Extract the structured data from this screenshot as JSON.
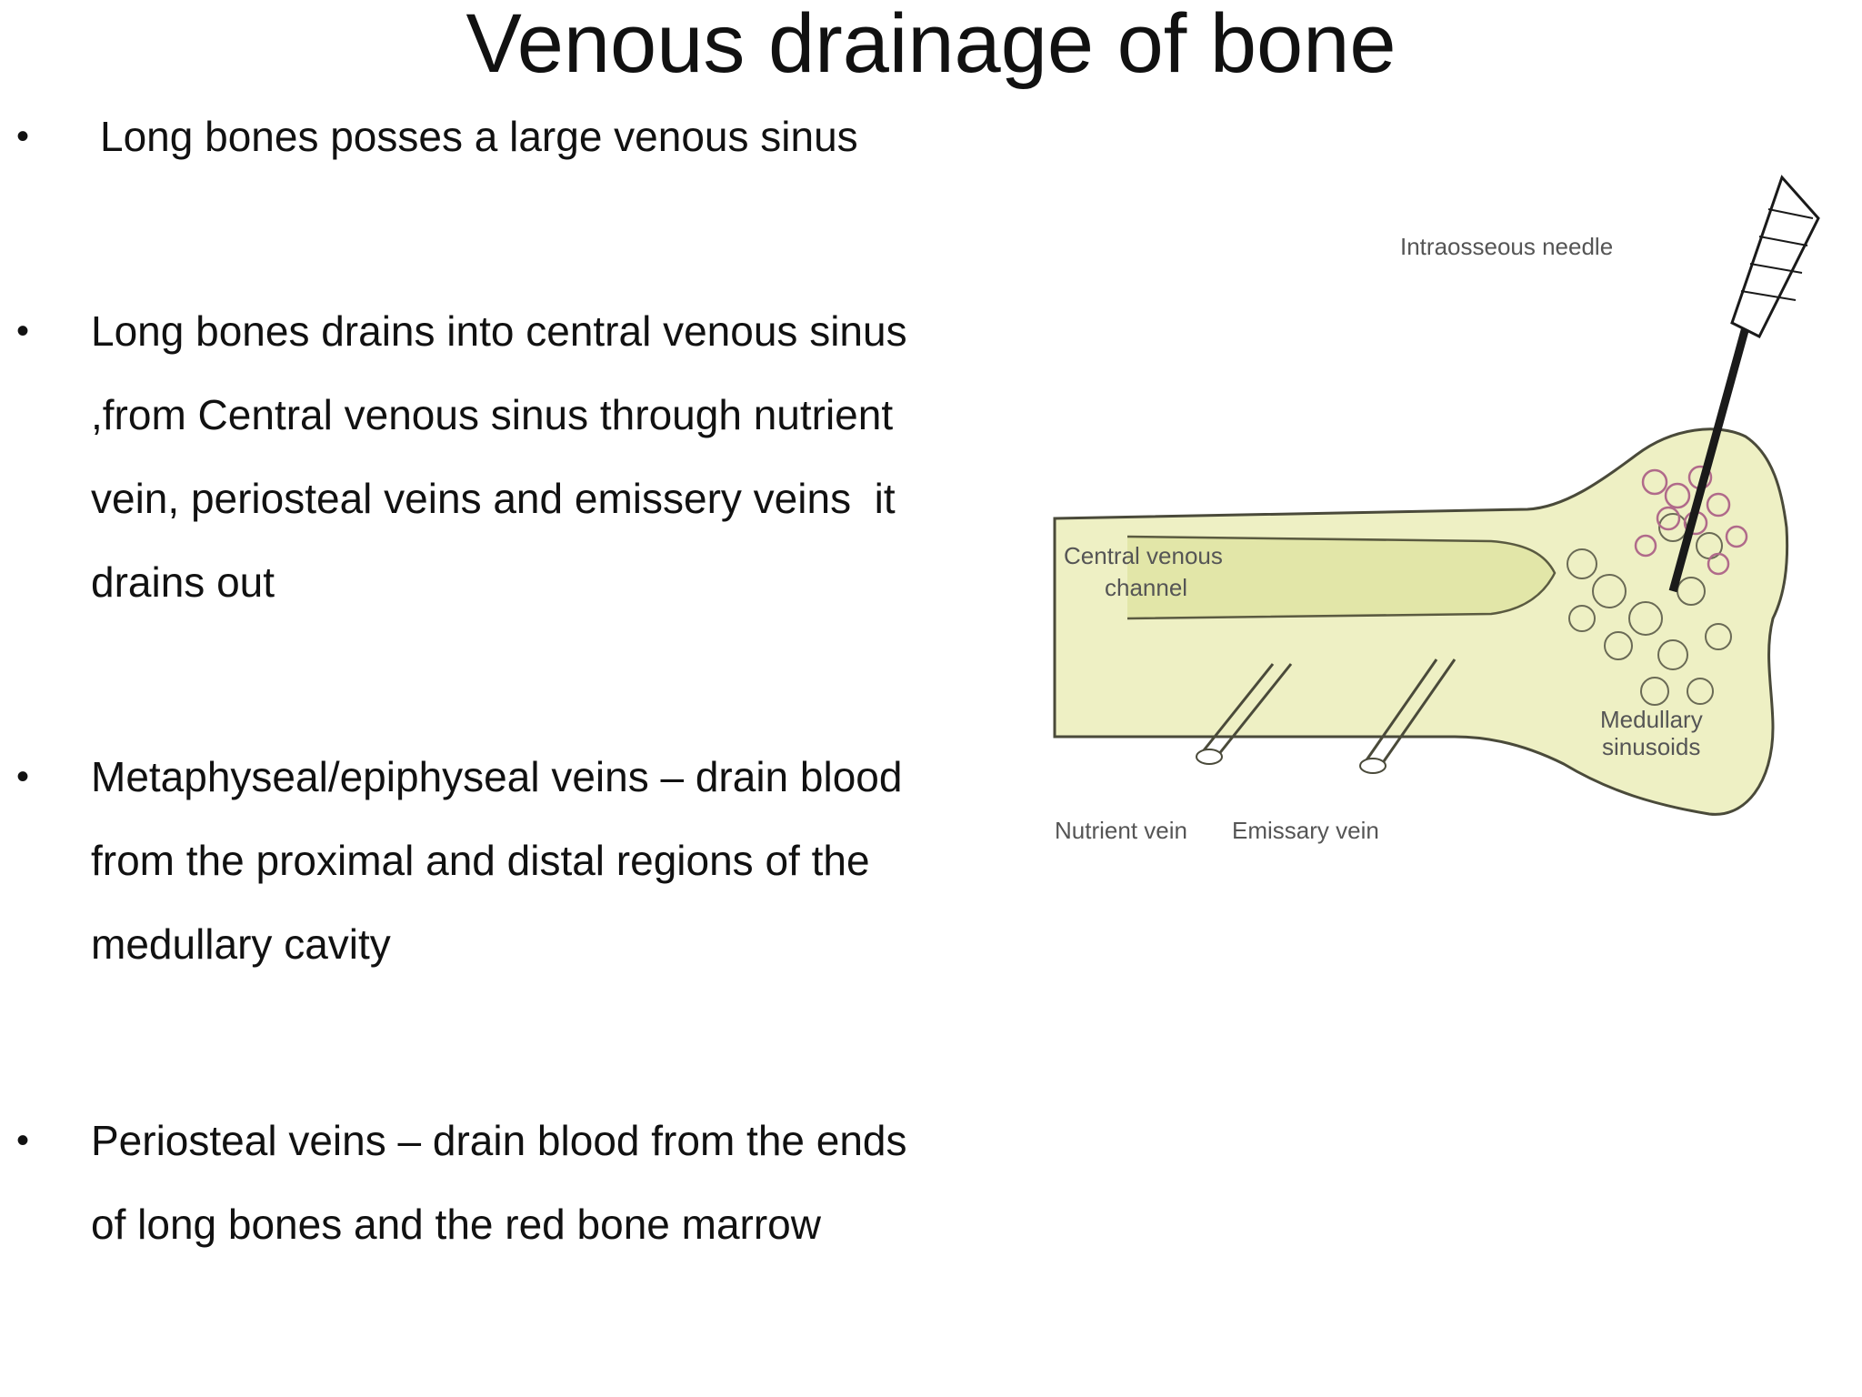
{
  "slide": {
    "title": "Venous drainage of bone",
    "bullets": [
      {
        "symbol": "•",
        "text": "Long bones posses a large venous sinus"
      },
      {
        "symbol": "•",
        "text": "Long bones drains into central venous sinus\n,from Central venous sinus through nutrient\nvein, periosteal veins and emissery veins  it\ndrains out"
      },
      {
        "symbol": "•",
        "text": "Metaphyseal/epiphyseal veins – drain blood\nfrom the proximal and distal regions of the\nmedullary cavity"
      },
      {
        "symbol": "•",
        "text": "Periosteal veins – drain blood from the ends\nof long bones and the red bone marrow"
      }
    ]
  },
  "figure": {
    "labels": {
      "needle": "Intraosseous needle",
      "central_channel_line1": "Central venous",
      "central_channel_line2": "channel",
      "medullary_line1": "Medullary",
      "medullary_line2": "sinusoids",
      "nutrient": "Nutrient vein",
      "emissary": "Emissary vein"
    },
    "colors": {
      "bone": "#eef0c4",
      "bone_outline": "#4a4a3a",
      "channel": "#e2e6a8",
      "sinusoid": "#b06a8a",
      "needle": "#1a1a1a"
    }
  }
}
